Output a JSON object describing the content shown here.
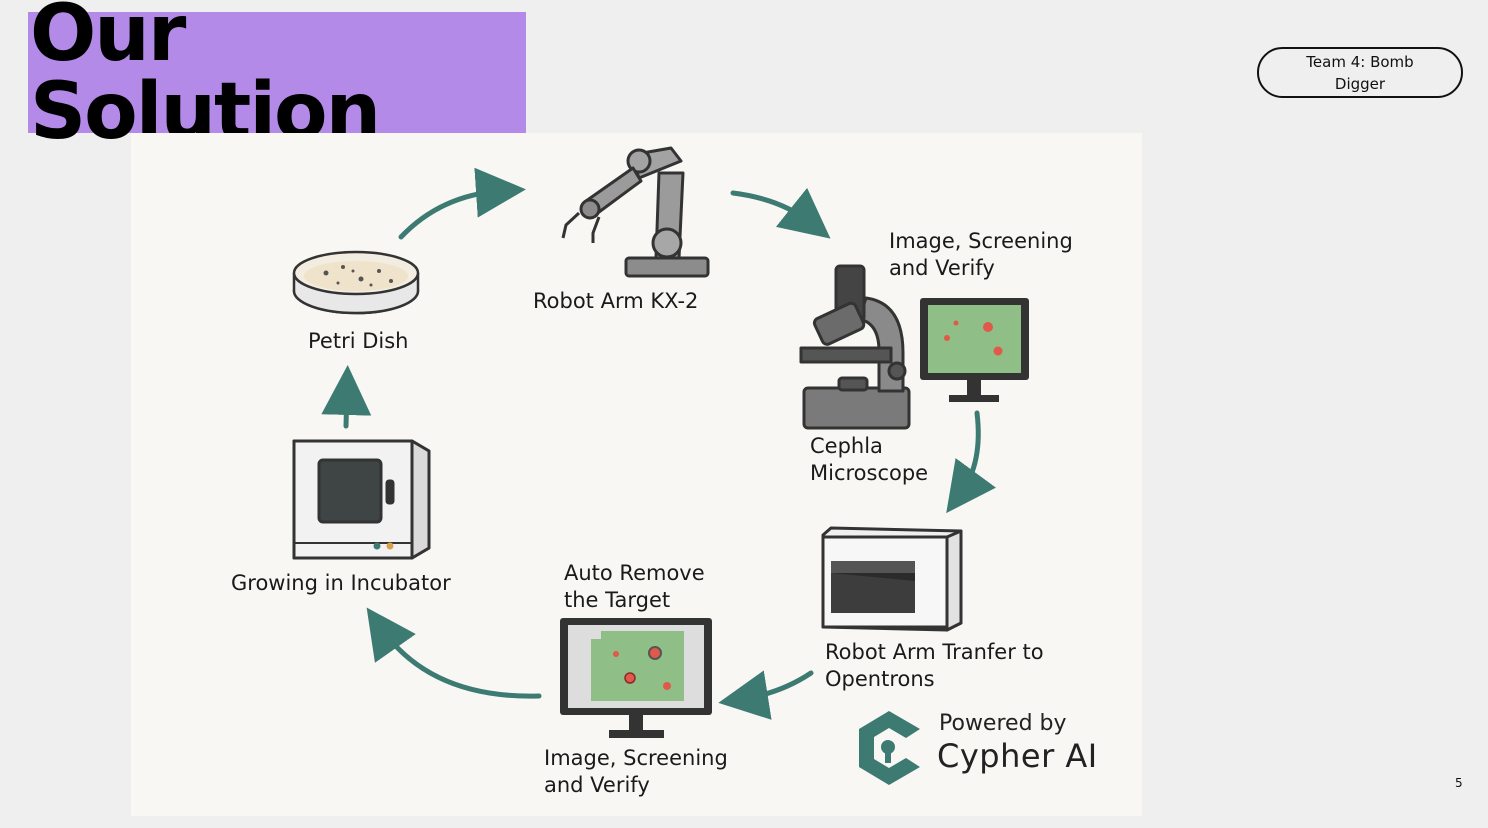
{
  "slide": {
    "title": "Our Solution",
    "team_label": "Team 4: Bomb Digger",
    "page_number": "5"
  },
  "diagram": {
    "nodes": [
      {
        "id": "robot-arm",
        "label_lines": [
          "Robot Arm KX-2"
        ]
      },
      {
        "id": "imaging-top",
        "label_lines": [
          "Image, Screening",
          "and Verify"
        ]
      },
      {
        "id": "microscope",
        "label_lines": [
          "Cephla",
          "Microscope"
        ]
      },
      {
        "id": "opentrons",
        "label_lines": [
          "Robot Arm Tranfer to",
          "Opentrons"
        ]
      },
      {
        "id": "auto-remove",
        "label_lines": [
          "Auto Remove",
          "the Target"
        ]
      },
      {
        "id": "imaging-bottom",
        "label_lines": [
          "Image, Screening",
          "and Verify"
        ]
      },
      {
        "id": "incubator",
        "label_lines": [
          "Growing in Incubator"
        ]
      },
      {
        "id": "petri-dish",
        "label_lines": [
          "Petri Dish"
        ]
      }
    ],
    "edges": [
      {
        "from": "petri-dish",
        "to": "robot-arm"
      },
      {
        "from": "robot-arm",
        "to": "imaging-top"
      },
      {
        "from": "imaging-top",
        "to": "opentrons"
      },
      {
        "from": "opentrons",
        "to": "imaging-bottom"
      },
      {
        "from": "imaging-bottom",
        "to": "incubator"
      },
      {
        "from": "incubator",
        "to": "petri-dish"
      }
    ]
  },
  "branding": {
    "prefix": "Powered by",
    "name": "Cypher AI",
    "icon": "cypher-ai-logo-icon"
  },
  "colors": {
    "title_highlight": "#b48ae8",
    "arrow": "#3c7a72",
    "screen": "#8fbf87",
    "spot": "#e0594a"
  }
}
